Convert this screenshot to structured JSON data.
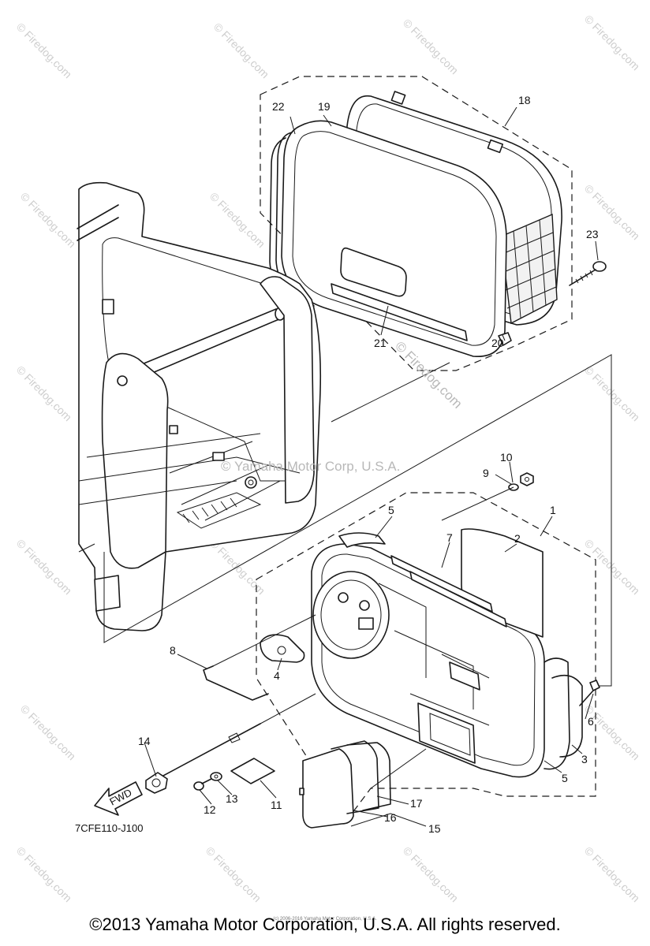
{
  "diagram": {
    "code": "7CFE110-J100",
    "fwd_label": "FWD",
    "callouts": {
      "c1": "1",
      "c2": "2",
      "c3": "3",
      "c4": "4",
      "c5a": "5",
      "c5b": "5",
      "c6": "6",
      "c7": "7",
      "c8": "8",
      "c9": "9",
      "c10": "10",
      "c11": "11",
      "c12": "12",
      "c13": "13",
      "c14": "14",
      "c15": "15",
      "c16": "16",
      "c17": "17",
      "c18": "18",
      "c19": "19",
      "c20": "20",
      "c21": "21",
      "c22": "22",
      "c23": "23"
    }
  },
  "watermarks": {
    "firedog_top": "© Firedog.com",
    "firedog_mid": "© Firedog.com",
    "corp": "© Yamaha Motor Corp, U.S.A."
  },
  "footer": {
    "tiny_notice": "(c) 2006-2016 Yamaha Motor Corporation, U.S.A.",
    "copyright": "©2013 Yamaha Motor Corporation, U.S.A. All rights reserved."
  }
}
